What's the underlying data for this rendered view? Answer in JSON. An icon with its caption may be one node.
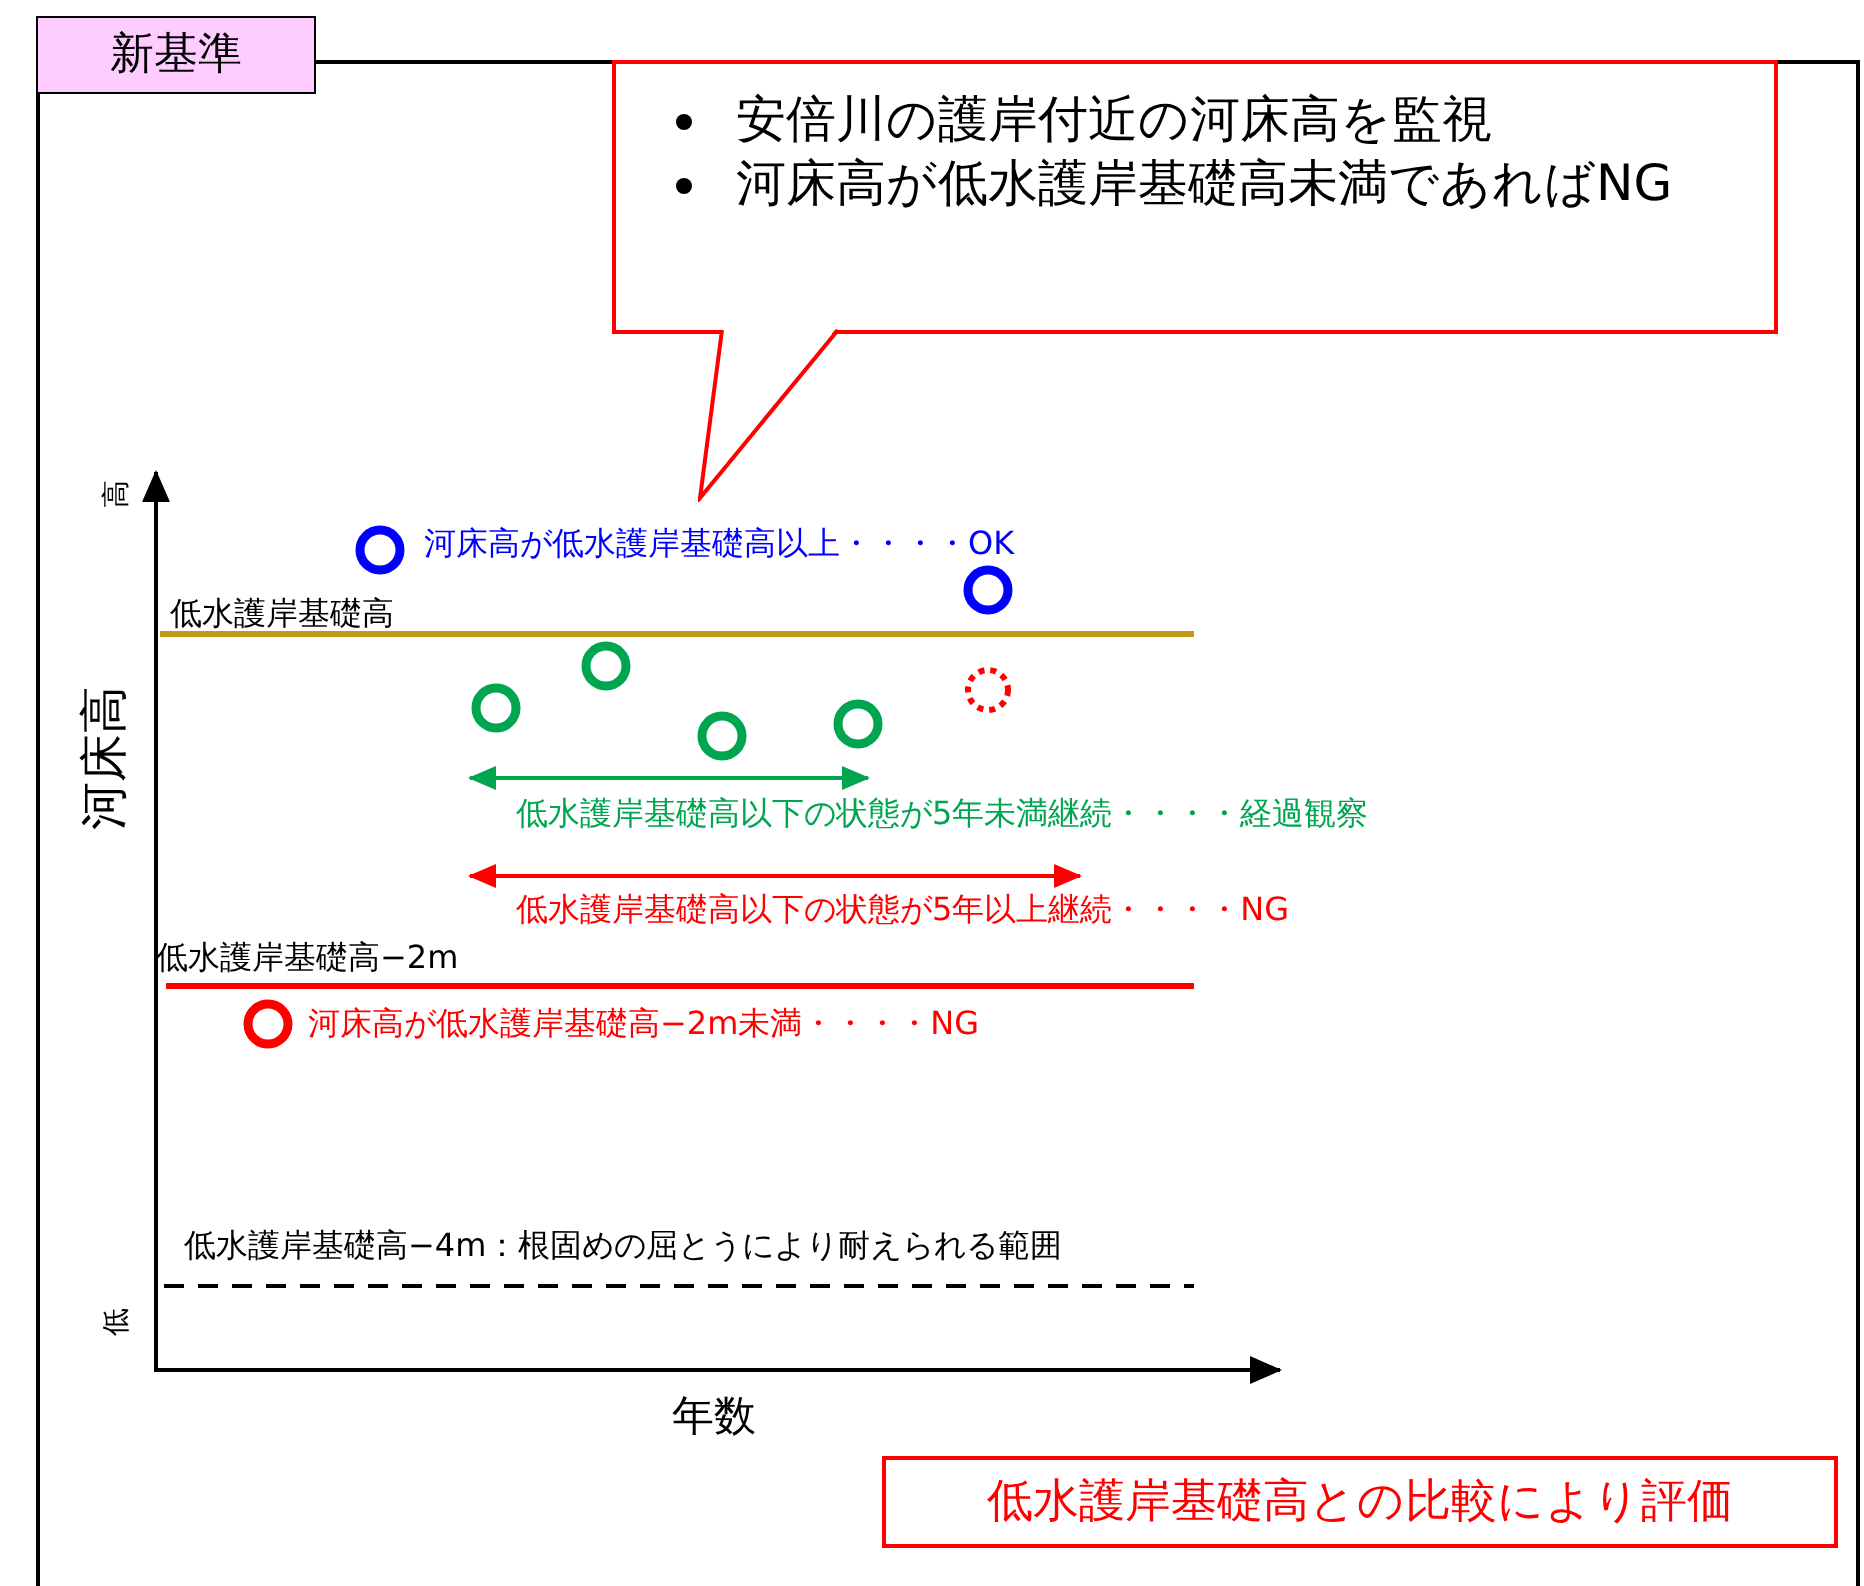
{
  "diagram": {
    "nodes": [
      {
        "text": [
          "新基準"
        ]
      },
      {
        "text": [
          "安倍川の護岸付近の河床高を監視",
          "河床高が低水護岸基礎高未満であればNG"
        ]
      },
      {
        "text": [
          "低水護岸基礎高との比較により評価"
        ]
      }
    ],
    "labels": [
      "高",
      "河床高が低水護岸基礎高以上・・・・OK",
      "低水護岸基礎高",
      "河床高",
      "低水護岸基礎高以下の状態が5年未満継続・・・・経過観察",
      "低水護岸基礎高以下の状態が5年以上継続・・・・NG",
      "低水護岸基礎高−2m",
      "河床高が低水護岸基礎高−2m未満・・・・NG",
      "低水護岸基礎高−4m：根固めの屈とうにより耐えられる範囲",
      "低",
      "年数"
    ]
  }
}
